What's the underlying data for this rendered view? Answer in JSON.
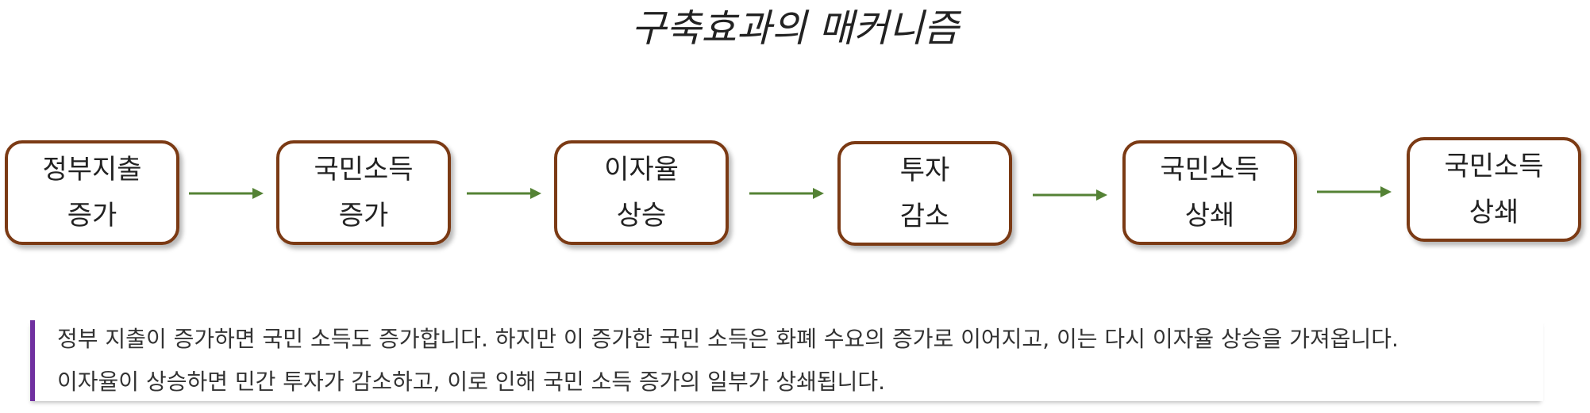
{
  "title": "구축효과의 매커니즘",
  "steps": [
    {
      "line1": "정부지출",
      "line2": "증가"
    },
    {
      "line1": "국민소득",
      "line2": "증가"
    },
    {
      "line1": "이자율",
      "line2": "상승"
    },
    {
      "line1": "투자",
      "line2": "감소"
    },
    {
      "line1": "국민소득",
      "line2": "상쇄"
    },
    {
      "line1": "국민소득",
      "line2": "상쇄"
    }
  ],
  "colors": {
    "box_border": "#7b3a14",
    "arrow": "#548235",
    "quote_bar": "#7030a0"
  },
  "description": {
    "line1": "정부 지출이 증가하면 국민 소득도 증가합니다. 하지만 이 증가한 국민 소득은 화폐 수요의 증가로 이어지고, 이는 다시 이자율 상승을 가져옵니다.",
    "line2": "이자율이 상승하면 민간 투자가 감소하고, 이로 인해 국민 소득 증가의 일부가 상쇄됩니다."
  }
}
